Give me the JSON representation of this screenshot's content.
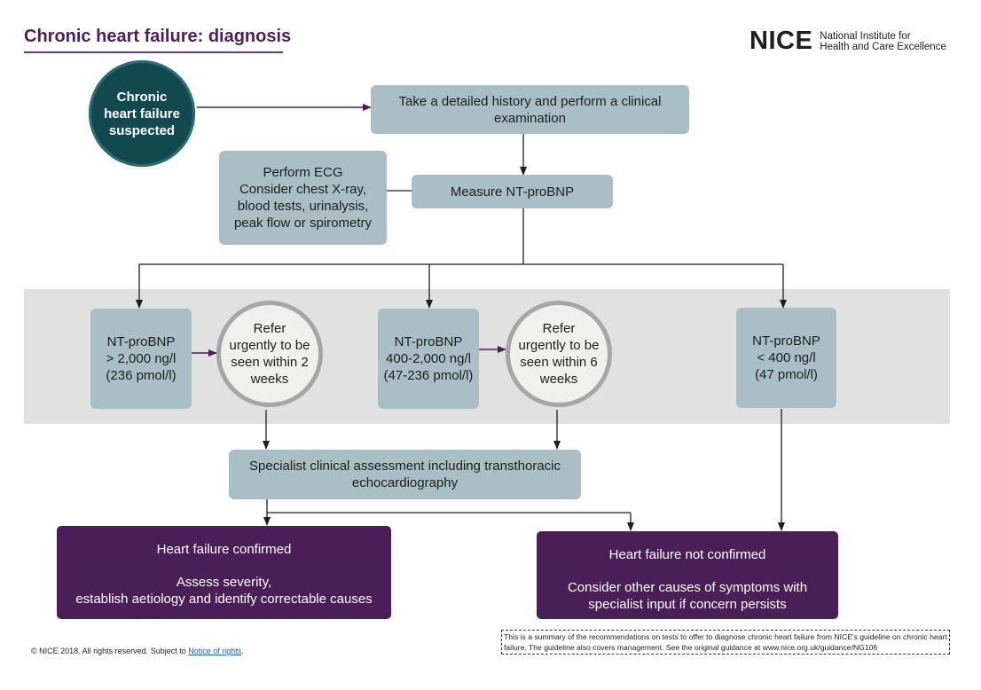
{
  "header": {
    "title": "Chronic heart failure: diagnosis",
    "logo_mark": "NICE",
    "logo_text": "National Institute for\nHealth and Care Excellence"
  },
  "nodes": {
    "start": "Chronic\nheart failure\nsuspected",
    "history": "Take a detailed history and perform a clinical\nexamination",
    "ecg": "Perform ECG\nConsider chest X-ray,\nblood tests, urinalysis,\npeak flow or spirometry",
    "measure": "Measure NT-proBNP",
    "high": "NT-proBNP\n> 2,000 ng/l\n(236 pmol/l)",
    "refer2": "Refer\nurgently to be\nseen within 2\nweeks",
    "mid": "NT-proBNP\n400-2,000 ng/l\n(47-236 pmol/l)",
    "refer6": "Refer\nurgently to be\nseen within 6\nweeks",
    "low": "NT-proBNP\n< 400 ng/l\n(47 pmol/l)",
    "specialist": "Specialist clinical assessment including transthoracic\nechocardiography",
    "confirmed_title": "Heart failure confirmed",
    "confirmed_body": "Assess severity,\nestablish aetiology and identify correctable causes",
    "not_confirmed_title": "Heart failure not confirmed",
    "not_confirmed_body": "Consider other causes of symptoms with\nspecialist input if concern persists"
  },
  "footer": {
    "copyright": "© NICE 2018. All rights reserved. Subject to ",
    "rights_link": "Notice of rights",
    "copyright_end": ".",
    "note": "This is a summary of the recommendations on tests to offer to diagnose chronic heart failure from NICE's guideline on chronic heart failure. The guideline also covers management. See the original guidance at www.nice.org.uk/guidance/NG106"
  },
  "colors": {
    "brand_purple": "#4a1e57",
    "box_blue_grey": "#a9bfc5",
    "start_teal": "#12494e",
    "band_grey": "#e1e1e1"
  }
}
